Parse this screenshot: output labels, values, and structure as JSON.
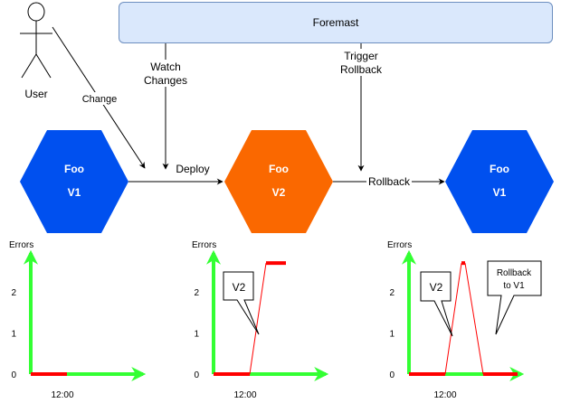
{
  "foremast": {
    "label": "Foremast"
  },
  "user": {
    "label": "User"
  },
  "edges": {
    "change": "Change",
    "watch_line1": "Watch",
    "watch_line2": "Changes",
    "trigger_line1": "Trigger",
    "trigger_line2": "Rollback",
    "deploy": "Deploy",
    "rollback": "Rollback"
  },
  "versions": [
    {
      "name": "Foo",
      "version": "V1",
      "color": "#0050ef"
    },
    {
      "name": "Foo",
      "version": "V2",
      "color": "#fa6800"
    },
    {
      "name": "Foo",
      "version": "V1",
      "color": "#0050ef"
    }
  ],
  "colors": {
    "axis": "#33ff33",
    "baseline": "#ff0000",
    "box_fill": "#dae8fc",
    "box_border": "#6c8ebf"
  },
  "chart_data": [
    {
      "type": "line",
      "ylabel": "Errors",
      "xlabel": "",
      "x_tick": "12:00",
      "y_ticks": [
        "0",
        "1",
        "2"
      ],
      "ylim": [
        0,
        3
      ],
      "series": [
        {
          "x": [
            0,
            1
          ],
          "y": [
            0,
            0
          ]
        }
      ],
      "annotations": []
    },
    {
      "type": "line",
      "ylabel": "Errors",
      "xlabel": "",
      "x_tick": "12:00",
      "y_ticks": [
        "0",
        "1",
        "2"
      ],
      "ylim": [
        0,
        3
      ],
      "series": [
        {
          "x": [
            0,
            1,
            1.45,
            1.55,
            2.0
          ],
          "y": [
            0,
            0,
            2.7,
            2.7,
            2.7
          ]
        }
      ],
      "annotations": [
        {
          "text": "V2"
        }
      ]
    },
    {
      "type": "line",
      "ylabel": "Errors",
      "xlabel": "",
      "x_tick": "12:00",
      "y_ticks": [
        "0",
        "1",
        "2"
      ],
      "ylim": [
        0,
        3
      ],
      "series": [
        {
          "x": [
            0,
            1,
            1.45,
            1.55,
            2.05,
            3.0
          ],
          "y": [
            0,
            0,
            2.7,
            2.7,
            0,
            0
          ]
        }
      ],
      "annotations": [
        {
          "text": "V2"
        },
        {
          "text_line1": "Rollback",
          "text_line2": "to V1"
        }
      ]
    }
  ]
}
